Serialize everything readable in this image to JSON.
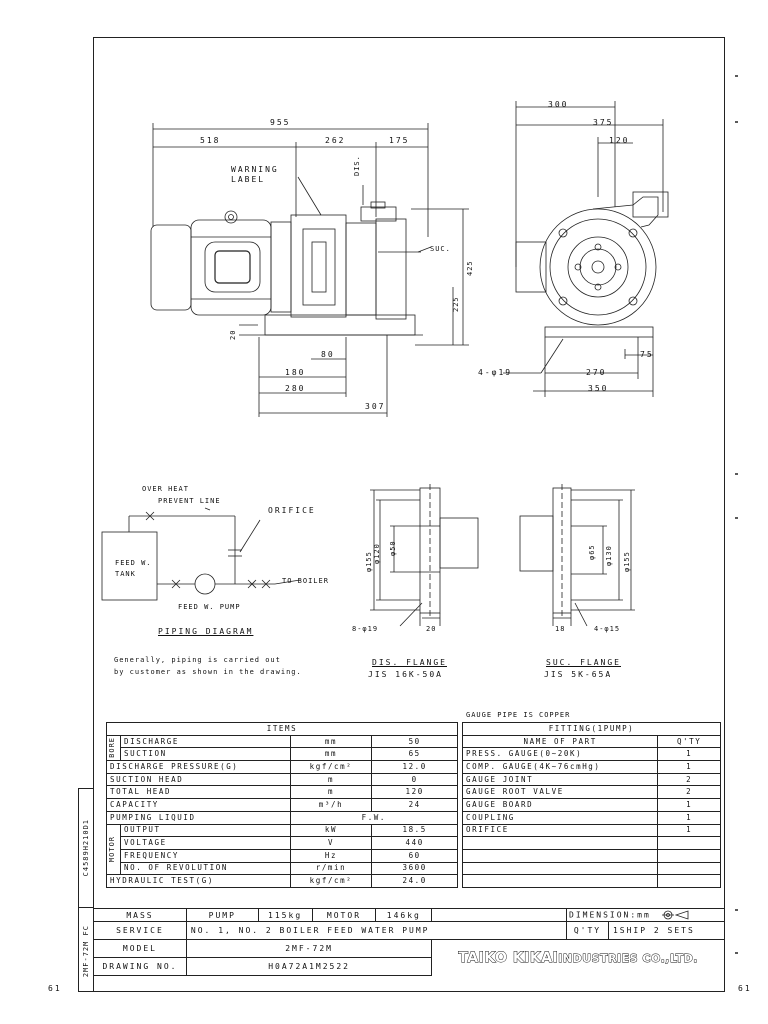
{
  "page": {
    "side_left": "61",
    "side_right": "61"
  },
  "side_strip": {
    "doc_code": "C4589H210D1",
    "model_code": "2MF-72M FC"
  },
  "drawing": {
    "dims": {
      "d955": "955",
      "d518": "518",
      "d262": "262",
      "d175": "175",
      "d300": "300",
      "d375": "375",
      "d120": "120",
      "d425": "425",
      "d225": "225",
      "d20": "20",
      "d80": "80",
      "d180": "180",
      "d280": "280",
      "d307": "307",
      "d4phi19": "4-φ19",
      "d270": "270",
      "d350": "350",
      "d75": "75"
    },
    "labels": {
      "warning": "WARNING\nLABEL",
      "dis": "DIS.",
      "suc": "SUC."
    }
  },
  "piping": {
    "over_heat": "OVER HEAT",
    "prevent_line": "PREVENT LINE",
    "orifice": "ORIFICE",
    "tank": "FEED W.\nTANK",
    "to_boiler": "TO BOILER",
    "pump": "FEED W. PUMP",
    "title": "PIPING DIAGRAM",
    "note1": "Generally, piping is carried out",
    "note2": "by customer as shown in the drawing."
  },
  "dis_flange": {
    "phi155": "φ155",
    "phi120": "φ120",
    "phi50": "φ50",
    "holes": "8-φ19",
    "thk": "20",
    "title": "DIS. FLANGE",
    "std": "JIS 16K-50A"
  },
  "suc_flange": {
    "phi65": "φ65",
    "phi130": "φ130",
    "phi155": "φ155",
    "holes": "4-φ15",
    "thk": "18",
    "title": "SUC. FLANGE",
    "std": "JIS 5K-65A"
  },
  "items": {
    "header": "ITEMS",
    "bore_label": "BORE",
    "motor_label": "MOTOR",
    "rows": [
      {
        "name": "DISCHARGE",
        "unit": "mm",
        "value": "50"
      },
      {
        "name": "SUCTION",
        "unit": "mm",
        "value": "65"
      },
      {
        "name": "DISCHARGE PRESSURE(G)",
        "unit": "kgf/cm²",
        "value": "12.0"
      },
      {
        "name": "SUCTION HEAD",
        "unit": "m",
        "value": "0"
      },
      {
        "name": "TOTAL HEAD",
        "unit": "m",
        "value": "120"
      },
      {
        "name": "CAPACITY",
        "unit": "m³/h",
        "value": "24"
      },
      {
        "name": "PUMPING LIQUID",
        "value": "F.W."
      },
      {
        "name": "OUTPUT",
        "unit": "kW",
        "value": "18.5"
      },
      {
        "name": "VOLTAGE",
        "unit": "V",
        "value": "440"
      },
      {
        "name": "FREQUENCY",
        "unit": "Hz",
        "value": "60"
      },
      {
        "name": "NO. OF REVOLUTION",
        "unit": "r/min",
        "value": "3600"
      },
      {
        "name": "HYDRAULIC TEST(G)",
        "unit": "kgf/cm²",
        "value": "24.0"
      }
    ]
  },
  "fitting": {
    "gauge_note": "GAUGE PIPE IS COPPER",
    "header": "FITTING(1PUMP)",
    "col_name": "NAME OF PART",
    "col_qty": "Q'TY",
    "rows": [
      {
        "name": "PRESS. GAUGE(0~20K)",
        "qty": "1"
      },
      {
        "name": "COMP. GAUGE(4K~76cmHg)",
        "qty": "1"
      },
      {
        "name": "GAUGE JOINT",
        "qty": "2"
      },
      {
        "name": "GAUGE ROOT VALVE",
        "qty": "2"
      },
      {
        "name": "GAUGE BOARD",
        "qty": "1"
      },
      {
        "name": "COUPLING",
        "qty": "1"
      },
      {
        "name": "ORIFICE",
        "qty": "1"
      }
    ]
  },
  "title_block": {
    "mass_label": "MASS",
    "pump_label": "PUMP",
    "pump_mass": "115kg",
    "motor_label": "MOTOR",
    "motor_mass": "146kg",
    "dimension": "DIMENSION:mm",
    "service_label": "SERVICE",
    "service_value": "NO. 1, NO. 2 BOILER FEED WATER PUMP",
    "qty_label": "Q'TY",
    "qty_value": "1SHIP 2 SETS",
    "model_label": "MODEL",
    "model_value": "2MF-72M",
    "drawing_label": "DRAWING NO.",
    "drawing_value": "H0A72A1M2522",
    "company_a": "TAIKO KIKAI",
    "company_b": "INDUSTRIES CO.,LTD."
  }
}
